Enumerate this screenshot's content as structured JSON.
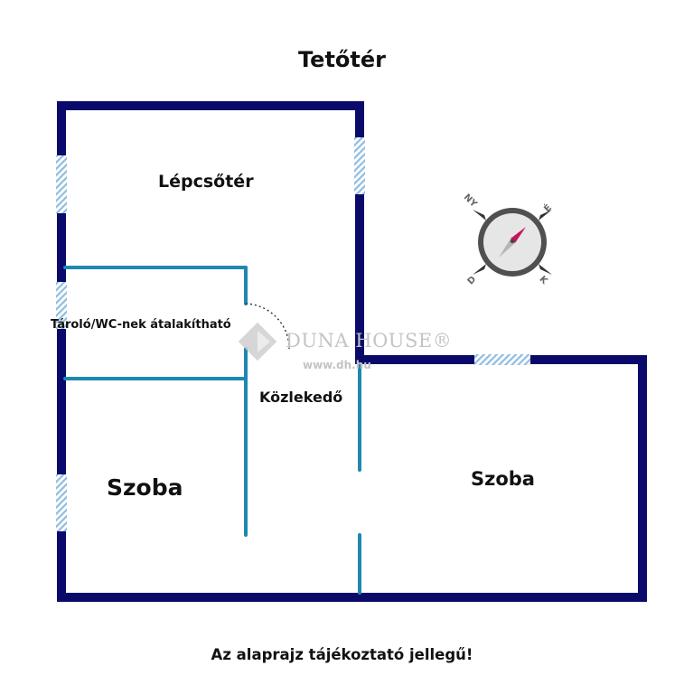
{
  "title": "Tetőtér",
  "footer_note": "Az alaprajz tájékoztató jellegű!",
  "rooms": {
    "staircase": "Lépcsőtér",
    "storage": "Tároló/WC-nek átalakítható",
    "hallway": "Közlekedő",
    "room_left": "Szoba",
    "room_right": "Szoba"
  },
  "compass": {
    "north": "NY",
    "east": "É",
    "south": "D",
    "west": "K"
  },
  "watermark": {
    "name": "DUNA HOUSE®",
    "url": "www.dh.hu"
  },
  "colors": {
    "outer_wall": "#0a0a6b",
    "inner_wall": "#1e88b0",
    "window": "#9fc6e4",
    "compass_needle": "#c2185b"
  }
}
